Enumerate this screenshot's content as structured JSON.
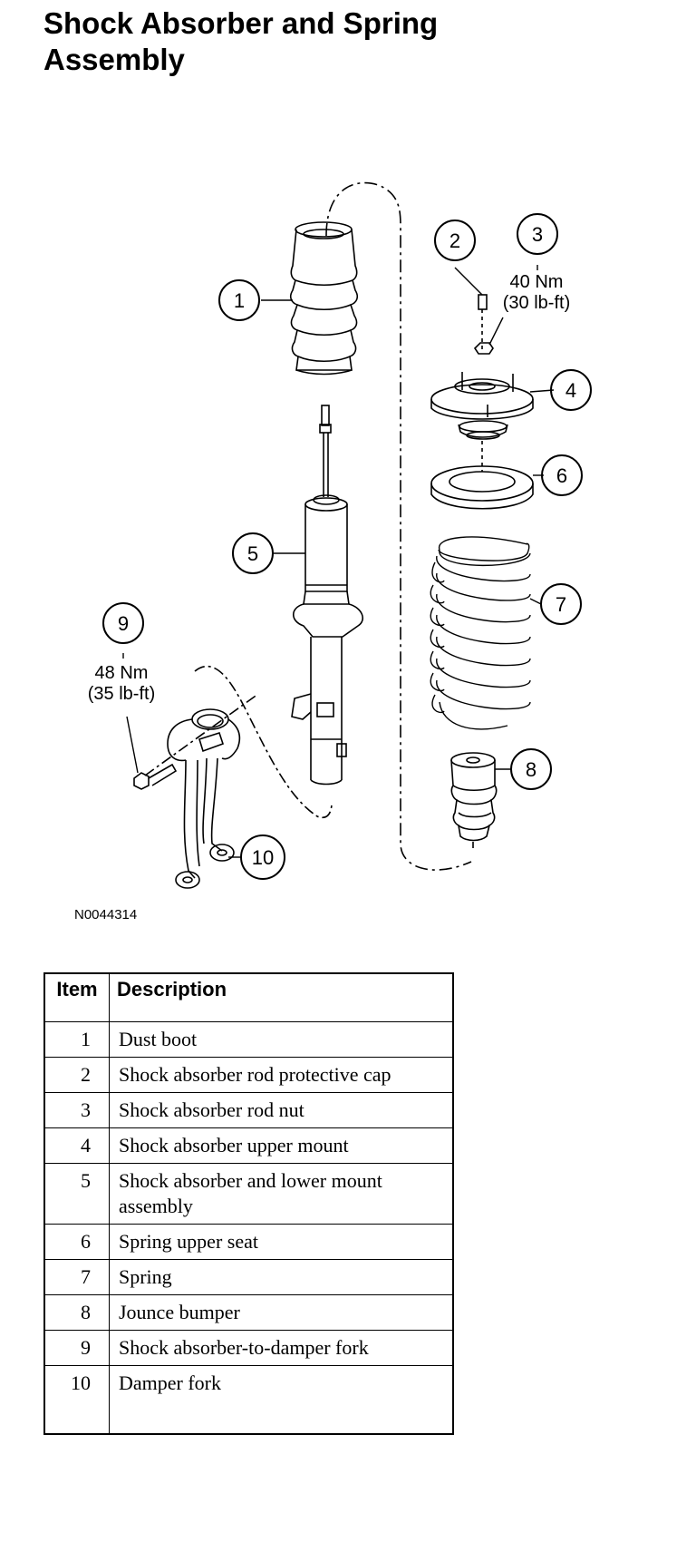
{
  "title_line1": "Shock Absorber and Spring",
  "title_line2": "Assembly",
  "figure_id": "N0044314",
  "callouts": [
    {
      "num": "1"
    },
    {
      "num": "2"
    },
    {
      "num": "3"
    },
    {
      "num": "4"
    },
    {
      "num": "5"
    },
    {
      "num": "6"
    },
    {
      "num": "7"
    },
    {
      "num": "8"
    },
    {
      "num": "9"
    },
    {
      "num": "10"
    }
  ],
  "torque_3": {
    "nm": "40 Nm",
    "lbft": "(30 lb-ft)"
  },
  "torque_9": {
    "nm": "48 Nm",
    "lbft": "(35 lb-ft)"
  },
  "table": {
    "header_item": "Item",
    "header_description": "Description",
    "rows": [
      {
        "item": "1",
        "description": "Dust boot"
      },
      {
        "item": "2",
        "description": "Shock absorber rod protective cap"
      },
      {
        "item": "3",
        "description": "Shock absorber rod nut"
      },
      {
        "item": "4",
        "description": "Shock absorber upper mount"
      },
      {
        "item": "5",
        "description": "Shock absorber and lower mount assembly"
      },
      {
        "item": "6",
        "description": "Spring upper seat"
      },
      {
        "item": "7",
        "description": "Spring"
      },
      {
        "item": "8",
        "description": "Jounce bumper"
      },
      {
        "item": "9",
        "description": "Shock absorber-to-damper fork"
      },
      {
        "item": "10",
        "description": "Damper fork"
      }
    ]
  }
}
